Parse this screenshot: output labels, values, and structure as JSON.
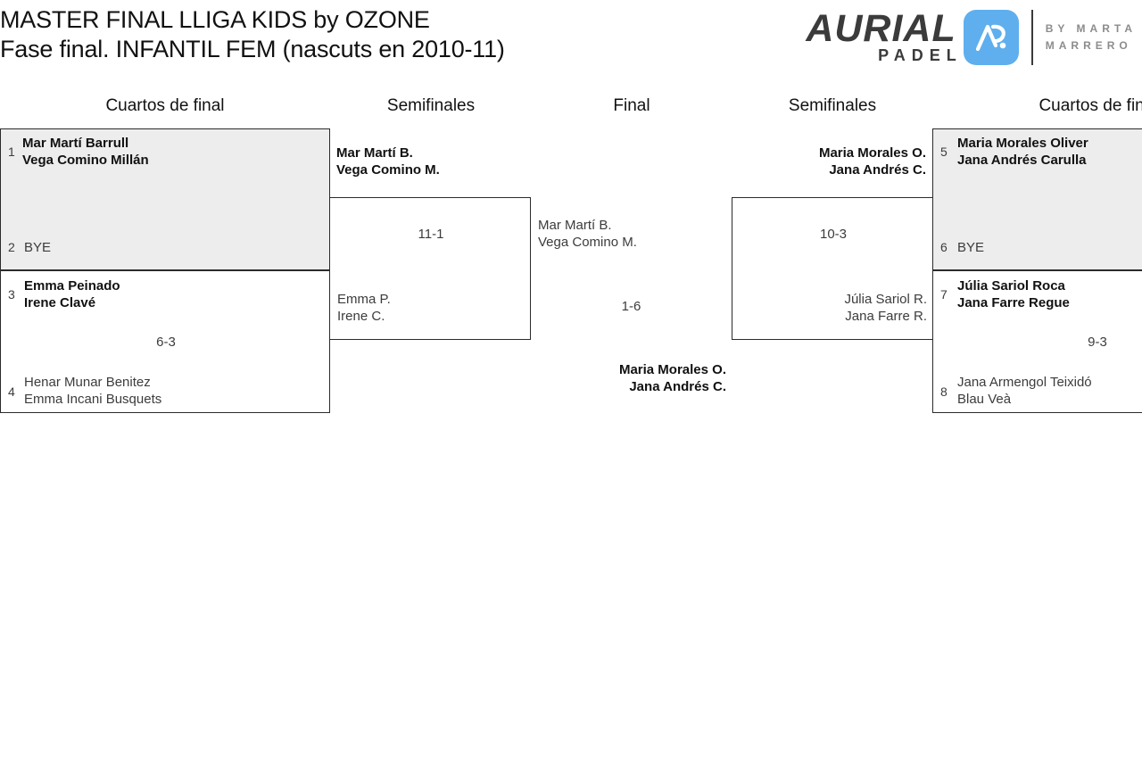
{
  "header": {
    "title_line1": "MASTER FINAL LLIGA KIDS by OZONE",
    "title_line2": "Fase final. INFANTIL FEM (nascuts en 2010-11)"
  },
  "logo": {
    "brand": "AURIAL",
    "sub": "PADEL",
    "mark_icon": "ap-monogram-icon",
    "by_line1": "BY MARTA",
    "by_line2": "MARRERO",
    "mark_color": "#5FAFEE",
    "text_color": "#3b3b3b",
    "by_color": "#8c8c8c"
  },
  "rounds": {
    "qf_left": "Cuartos de final",
    "sf_left": "Semifinales",
    "final": "Final",
    "sf_right": "Semifinales",
    "qf_right": "Cuartos de final"
  },
  "matches": {
    "qf1": {
      "top": {
        "seed": "1",
        "line1": "Mar Martí Barrull",
        "line2": "Vega Comino Millán",
        "winner": true
      },
      "bottom": {
        "seed": "2",
        "line1": "BYE",
        "line2": "",
        "winner": false
      },
      "score": ""
    },
    "qf2": {
      "top": {
        "seed": "3",
        "line1": "Emma Peinado",
        "line2": "Irene Clavé",
        "winner": true
      },
      "bottom": {
        "seed": "4",
        "line1": "Henar Munar Benitez",
        "line2": "Emma Incani Busquets",
        "winner": false
      },
      "score": "6-3"
    },
    "qf3": {
      "top": {
        "seed": "5",
        "line1": "Maria Morales Oliver",
        "line2": "Jana Andrés Carulla",
        "winner": true
      },
      "bottom": {
        "seed": "6",
        "line1": "BYE",
        "line2": "",
        "winner": false
      },
      "score": ""
    },
    "qf4": {
      "top": {
        "seed": "7",
        "line1": "Júlia Sariol Roca",
        "line2": "Jana Farre Regue",
        "winner": true
      },
      "bottom": {
        "seed": "8",
        "line1": "Jana Armengol Teixidó",
        "line2": "Blau Veà",
        "winner": false
      },
      "score": "9-3"
    },
    "sf_left": {
      "top": {
        "line1": "Mar Martí B.",
        "line2": "Vega Comino M.",
        "winner": true
      },
      "bottom": {
        "line1": "Emma P.",
        "line2": "Irene C.",
        "winner": false
      },
      "score": "11-1"
    },
    "sf_right": {
      "top": {
        "line1": "Maria Morales O.",
        "line2": "Jana Andrés C.",
        "winner": true
      },
      "bottom": {
        "line1": "Júlia Sariol R.",
        "line2": "Jana Farre R.",
        "winner": false
      },
      "score": "10-3"
    },
    "final": {
      "left": {
        "line1": "Mar Martí B.",
        "line2": "Vega Comino M.",
        "winner": false
      },
      "right": {
        "line1": "Maria Morales O.",
        "line2": "Jana Andrés C.",
        "winner": true
      },
      "score": "1-6"
    }
  }
}
